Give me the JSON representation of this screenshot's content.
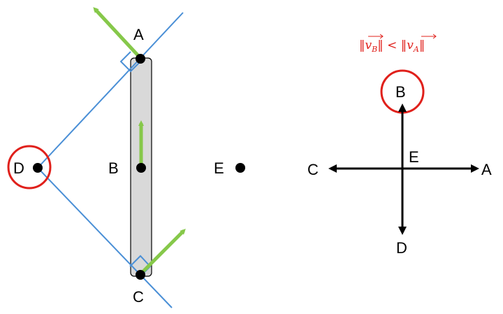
{
  "left_figure": {
    "points": {
      "A": "A",
      "B": "B",
      "C": "C",
      "D": "D",
      "E": "E"
    }
  },
  "right_figure": {
    "formula_prefix": "‖",
    "formula_vb": "v",
    "formula_vb_sub": "B",
    "formula_middle": "‖ < ‖",
    "formula_va": "v",
    "formula_va_sub": "A",
    "formula_suffix": "‖",
    "points": {
      "A": "A",
      "B": "B",
      "C": "C",
      "D": "D",
      "E": "E"
    }
  },
  "colors": {
    "line_blue": "#4a8fd6",
    "arrow_green": "#86c84a",
    "circle_red": "#e0201b",
    "bar_gray": "#d9d9d9",
    "text_red": "#e0201b"
  }
}
